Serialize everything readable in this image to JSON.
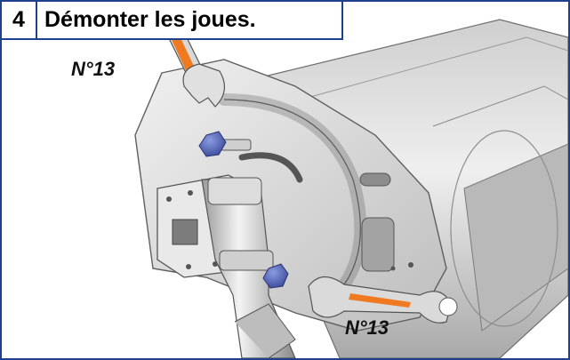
{
  "step": {
    "number": "4",
    "title": "Démonter les joues."
  },
  "labels": {
    "wrench_top": "N°13",
    "wrench_bottom": "N°13"
  },
  "colors": {
    "frame": "#1f3f8f",
    "wrench_handle": "#f07a22",
    "bolt": "#4a5fb0",
    "metal_light": "#e2e2e2",
    "metal_dark": "#8f8f8f"
  }
}
